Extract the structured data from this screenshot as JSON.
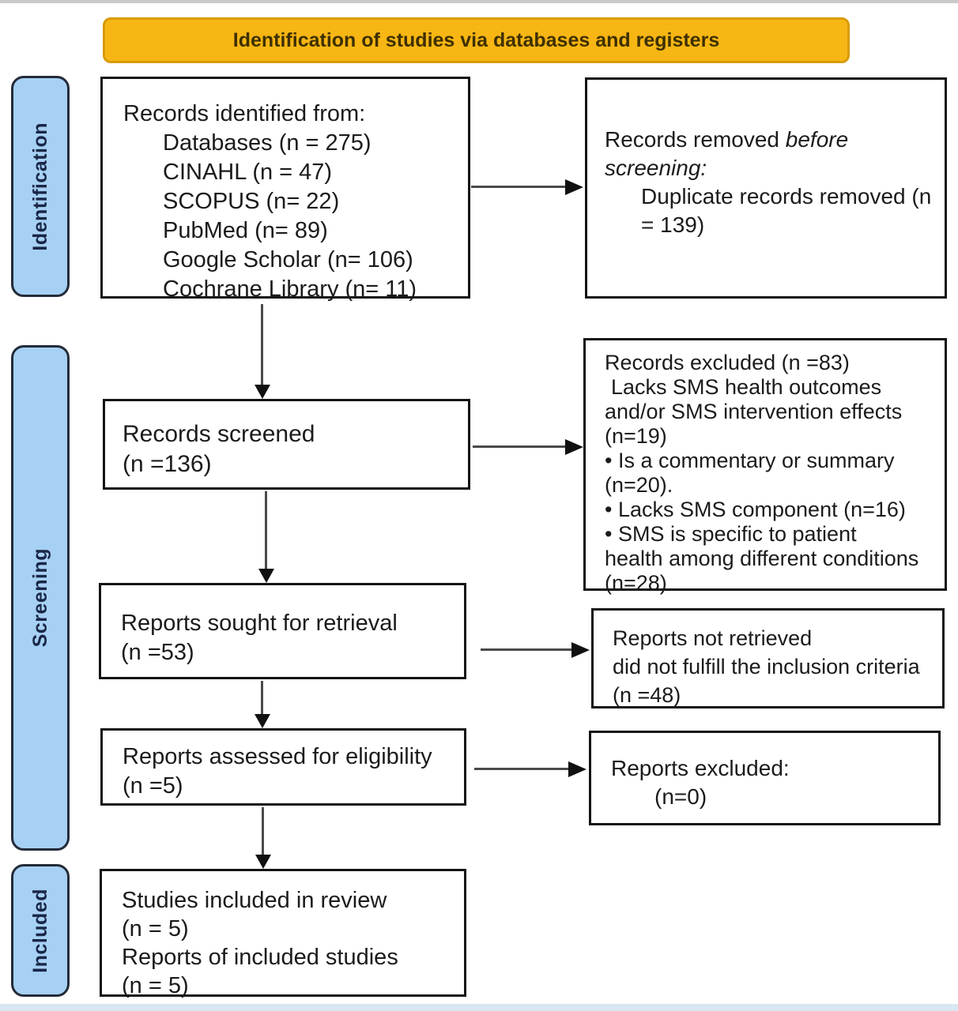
{
  "banner": {
    "title": "Identification of studies via databases and registers"
  },
  "stages": {
    "identification": "Identification",
    "screening": "Screening",
    "included": "Included"
  },
  "colors": {
    "banner_bg": "#F7B613",
    "banner_border": "#D99B06",
    "banner_text": "#3E3002",
    "stage_bg": "#A7D1F4",
    "stage_border": "#242B38",
    "stage_text": "#1A2747",
    "box_border": "#141414",
    "arrow_line": "#4a4a4a",
    "arrow_head": "#111111"
  },
  "boxes": {
    "identified": {
      "lines": [
        "Records identified from:",
        "Databases (n = 275)",
        "CINAHL (n = 47)",
        "SCOPUS (n= 22)",
        "PubMed (n= 89)",
        "Google Scholar (n= 106)",
        "Cochrane Library (n= 11)"
      ]
    },
    "removed": {
      "text_normal": "Records removed ",
      "italic_word1": "before",
      "italic_word2": "screening:",
      "lines": [
        "Duplicate records removed (n",
        "= 139)"
      ]
    },
    "screened": {
      "lines": [
        "Records screened",
        "(n =136)"
      ]
    },
    "excluded": {
      "lines": [
        "Records excluded (n =83)",
        "Lacks SMS health outcomes",
        "and/or SMS intervention effects",
        "(n=19)",
        "• Is a commentary or summary",
        "(n=20).",
        "• Lacks SMS component (n=16)",
        "• SMS is specific to patient",
        "health among different conditions",
        "(n=28)"
      ]
    },
    "sought": {
      "lines": [
        "Reports sought for retrieval",
        "(n =53)"
      ]
    },
    "not_retrieved": {
      "lines": [
        "Reports not retrieved",
        "did not fulfill the inclusion criteria",
        "(n =48)"
      ]
    },
    "assessed": {
      "lines": [
        "Reports assessed for eligibility",
        "(n =5)"
      ]
    },
    "reports_excluded": {
      "lines": [
        "Reports excluded:",
        "(n=0)"
      ]
    },
    "included_box": {
      "lines": [
        "Studies included in review",
        "(n = 5)",
        "Reports of included studies",
        "(n = 5)"
      ]
    }
  }
}
